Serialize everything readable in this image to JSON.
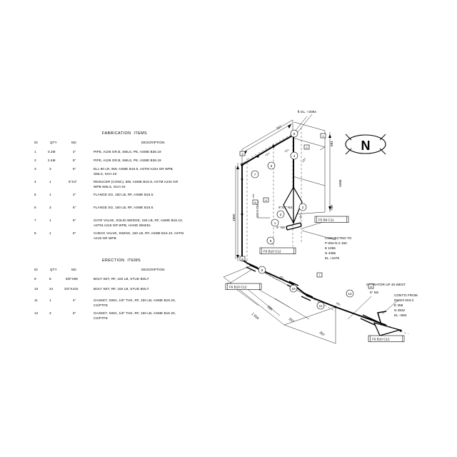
{
  "fabrication": {
    "title": "FABRICATION  ITEMS",
    "columns": [
      "ID",
      "QTY",
      "ND",
      "DESCRIPTION"
    ],
    "rows": [
      {
        "id": "1",
        "qty": "0.2M",
        "nd": "4\"",
        "desc": [
          "PIPE, A106 GR.B, SMLS, PE, ASME B36.19"
        ]
      },
      {
        "id": "2",
        "qty": "2.4M",
        "nd": "6\"",
        "desc": [
          "PIPE, A106 GR.B, SMLS, PE, ASME B36.19"
        ]
      },
      {
        "id": "3",
        "qty": "3",
        "nd": "6\"",
        "desc": [
          "ELL 90 LR, BW, ASME B16.9, ASTM A234 GR WPB",
          "SMLS, SCH 40"
        ]
      },
      {
        "id": "4",
        "qty": "1",
        "nd": "6\"X4\"",
        "desc": [
          "REDUCER (CONC), BW, ASME B16.9, ASTM A234 GR",
          "WPB SMLS, SCH 40"
        ]
      },
      {
        "id": "5",
        "qty": "1",
        "nd": "4\"",
        "desc": [
          "FLANGE SO, 150 LB, RF, ASME B16.5"
        ]
      },
      {
        "id": "6",
        "qty": "3",
        "nd": "6\"",
        "desc": [
          "FLANGE SO, 150 LB, RF, ASME B16.5"
        ]
      },
      {
        "id": "7",
        "qty": "1",
        "nd": "6\"",
        "desc": [
          "GATE VALVE, SOLID WEDGE, 150 LB, RF, ASME B16.10,",
          "ASTM A216 GR WPB, HAND WHEEL"
        ]
      },
      {
        "id": "8",
        "qty": "1",
        "nd": "6\"",
        "desc": [
          "CHECK VALVE, SWING, 150 LB, RF, ASME B16.10, ASTM",
          "A216 GR WPB"
        ]
      }
    ]
  },
  "erection": {
    "title": "ERECTION  ITEMS",
    "columns": [
      "ID",
      "QTY",
      "ND",
      "DESCRIPTION"
    ],
    "rows": [
      {
        "id": "9",
        "qty": "8",
        "nd": "5/8\"X89",
        "desc": [
          "BOLT SET, RF, 150 LB, STUD BOLT"
        ]
      },
      {
        "id": "10",
        "qty": "24",
        "nd": "3/4\"X102",
        "desc": [
          "BOLT SET, RF, 150 LB, STUD BOLT"
        ]
      },
      {
        "id": "11",
        "qty": "1",
        "nd": "4\"",
        "desc": [
          "GASKET, SWG, 1/8\" THK, RF, 150 LB, ASME B16.20,",
          "CS/PTFE"
        ]
      },
      {
        "id": "12",
        "qty": "3",
        "nd": "6\"",
        "desc": [
          "GASKET, SWG, 1/8\" THK, RF, 150 LB, ASME B16.20,",
          "CS/PTFE"
        ]
      }
    ]
  },
  "iso": {
    "north_label": "N",
    "elevation_top": "℄ EL. +2084",
    "dim_707": "707",
    "dim_681": "681",
    "dim_1086": "1086",
    "dim_788": "788",
    "dim_1980": "1980",
    "dim_1654": "1 654",
    "dim_396": "396",
    "dim_267": "267",
    "dim_362": "362",
    "dim_307": "307",
    "spec_vertical": "150-5-C5/A5",
    "size_6x4": "6\"X4\" NS",
    "size_4": "4\" NS",
    "size_6": "6\" NS",
    "line_f5b9c11": "F5 B9 C11",
    "line_f6b10c12_a": "F6 B10 C12",
    "line_f6b10c12_b": "F6 B10 C12",
    "line_f6b10c12_c": "F6 B10 C12",
    "connected_to": [
      "CONNECTED TO",
      "P-002-N-2 150",
      "E 1065",
      "N 4386",
      "EL +1078"
    ],
    "contd_from": [
      "CONT'D FROM",
      "DWG# 003-2",
      "E 358",
      "N 2932",
      "EL +584"
    ],
    "operator_note": "OPERATOR UP 45 WEST",
    "balloons": [
      "1",
      "2",
      "3",
      "4",
      "5",
      "6",
      "7",
      "8",
      "9",
      "10",
      "11",
      "12"
    ],
    "flag_tags": [
      "1",
      "2",
      "3",
      "4",
      "5",
      "6",
      "7",
      "8"
    ],
    "arrow_tags": [
      "<1>",
      "<2>",
      "<3>",
      "<4>",
      "<5>",
      "<6>"
    ]
  }
}
